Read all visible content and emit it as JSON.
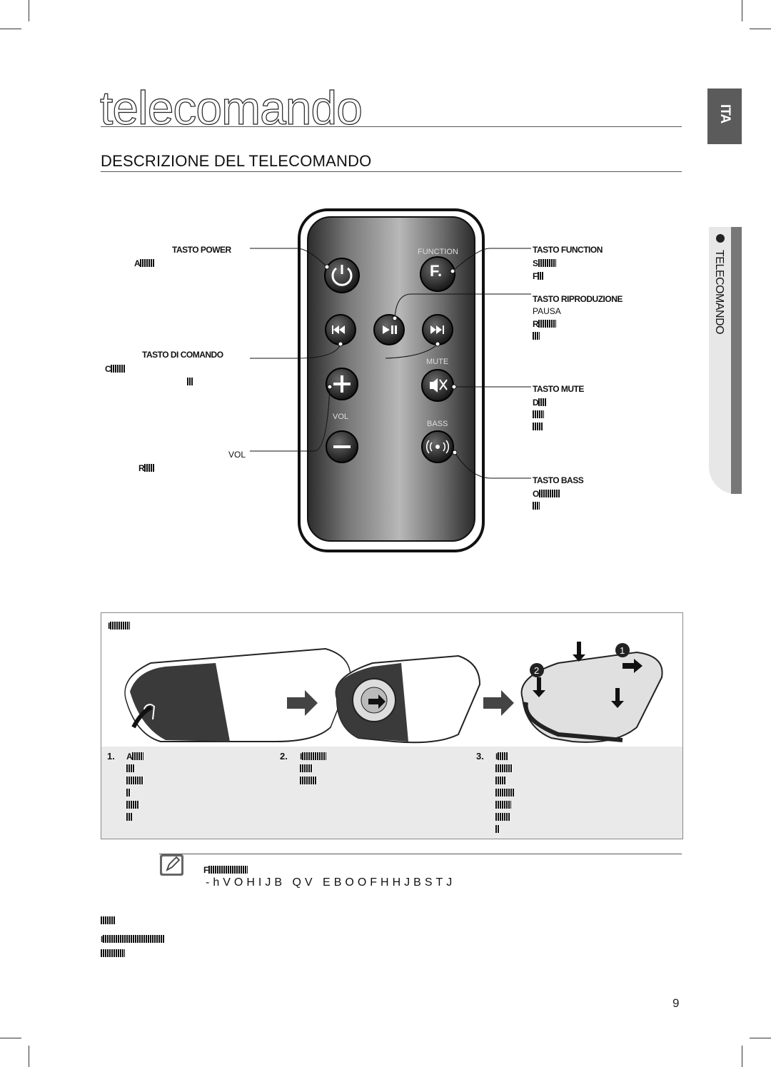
{
  "page": {
    "title": "telecomando",
    "section_heading": "DESCRIZIONE DEL TELECOMANDO",
    "language_tab": "ITA",
    "side_tab_label": "TELECOMANDO",
    "page_number": "9"
  },
  "remote": {
    "function_label": "FUNCTION",
    "mute_label": "MUTE",
    "vol_label": "VOL",
    "bass_label": "BASS",
    "f_button_text": "F."
  },
  "callouts": {
    "power": "TASTO POWER",
    "power_sub": "A",
    "command": "TASTO DI COMANDO",
    "command_sub": "C",
    "vol": "VOL",
    "vol_sub": "R",
    "function": "TASTO FUNCTION",
    "function_sub1": "S",
    "function_sub2": "F",
    "play": "TASTO RIPRODUZIONE",
    "play_line2": "PAUSA",
    "play_sub": "R",
    "mute": "TASTO MUTE",
    "mute_sub": "D",
    "bass": "TASTO BASS",
    "bass_sub": "O"
  },
  "battery_box": {
    "heading_initial": "I",
    "step1_num": "1.",
    "step1_initial": "A",
    "step2_num": "2.",
    "step2_initial": "I",
    "step3_num": "3.",
    "step3_initial": "I"
  },
  "note": {
    "initial": "F",
    "garbled_line": "-hVOHIJB QV EBOOFHHJBSTJ"
  },
  "footer_block": {
    "line2_initial": "I"
  }
}
